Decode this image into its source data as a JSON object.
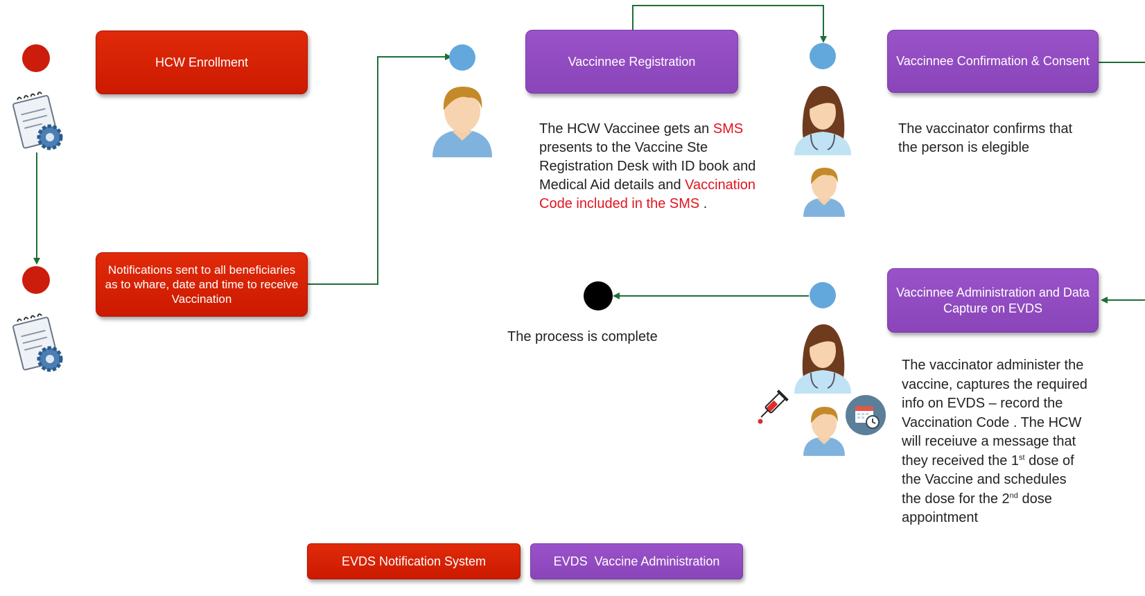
{
  "boxes": {
    "hcw_enrollment": "HCW Enrollment",
    "notifications": "Notifications sent to all beneficiaries as to whare, date and time to receive Vaccination",
    "vaccinee_registration": "Vaccinnee Registration",
    "vaccinee_confirmation": "Vaccinnee Confirmation & Consent",
    "vaccinee_administration": "Vaccinnee Administration and Data Capture on EVDS"
  },
  "registration_text": {
    "p1": "The HCW Vaccinee gets an ",
    "sms": "SMS",
    "p2": " presents to the Vaccine Ste Registration Desk with ID book and Medical Aid details and ",
    "code": "Vaccination Code included in the SMS",
    "p3": " ."
  },
  "confirmation_text": "The vaccinator confirms that the person is elegible",
  "complete_text": "The process is complete",
  "administration_text": {
    "p1": "The vaccinator administer the vaccine, captures the required info on EVDS – record the Vaccination Code . The HCW will receiuve a message that they received the 1",
    "sup1": "st",
    "p2": " dose of the Vaccine and schedules the dose for the 2",
    "sup2": "nd",
    "p3": " dose appointment"
  },
  "legend": {
    "red": "EVDS Notification System",
    "purple": "EVDS  Vaccine Administration"
  },
  "colors": {
    "red": "#d42a0c",
    "purple": "#8e4abd",
    "blue_dot": "#62a8dc",
    "red_dot": "#cc1c0c",
    "end_dot": "#000000",
    "arrow": "#1e6e36",
    "highlight": "#e0141e"
  },
  "icons": [
    "document-gear-icon",
    "patient-icon",
    "doctor-icon",
    "syringe-icon",
    "calendar-clock-icon"
  ]
}
